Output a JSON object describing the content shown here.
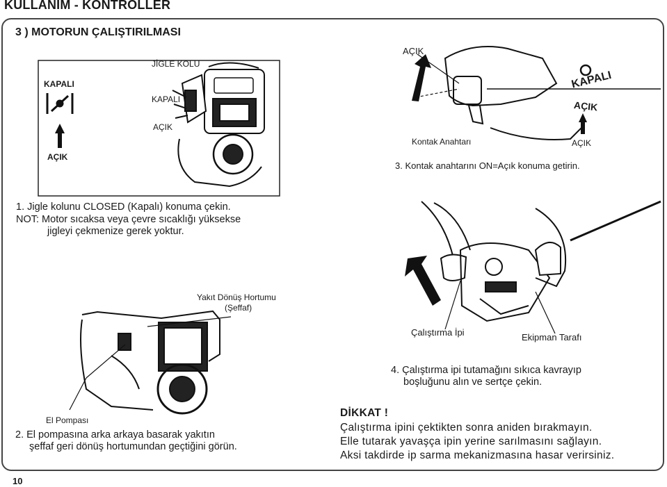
{
  "header": {
    "title": "KULLANIM - KONTROLLER"
  },
  "section": {
    "title": "3 ) MOTORUN ÇALIŞTIRILMASI"
  },
  "fig1": {
    "choke_lever": "JİGLE KOLU",
    "closed_left": "KAPALI",
    "open_left": "AÇIK",
    "closed_mid": "KAPALI",
    "open_mid": "AÇIK"
  },
  "fig2": {
    "open_top": "AÇIK",
    "switch_label": "Kontak Anahtarı",
    "closed_tilted": "KAPALI",
    "open_tilted": "AÇIK",
    "open_bottom": "AÇIK",
    "step3": "3. Kontak anahtarını ON=Açık konuma getirin."
  },
  "step1": {
    "line1": "1. Jigle kolunu CLOSED (Kapalı) konuma çekin.",
    "line2": "NOT: Motor sıcaksa veya çevre sıcaklığı yüksekse",
    "line3": "jigleyi çekmenize gerek yoktur."
  },
  "fig3": {
    "return_hose_1": "Yakıt Dönüş Hortumu",
    "return_hose_2": "(Şeffaf)",
    "primer": "El Pompası",
    "step2_line1": "2. El pompasına arka arkaya basarak yakıtın",
    "step2_line2": "şeffaf geri dönüş hortumundan geçtiğini görün."
  },
  "fig4": {
    "rope": "Çalıştırma İpi",
    "equipment_side": "Ekipman Tarafı",
    "step4_line1": "4. Çalıştırma ipi tutamağını sıkıca kavrayıp",
    "step4_line2": "boşluğunu alın ve sertçe çekin."
  },
  "warning": {
    "title": "DİKKAT !",
    "line1": "Çalıştırma ipini çektikten sonra aniden bırakmayın.",
    "line2": "Elle tutarak yavaşça ipin yerine sarılmasını sağlayın.",
    "line3": "Aksi takdirde ip sarma mekanizmasına hasar verirsiniz."
  },
  "page": {
    "number": "10"
  }
}
